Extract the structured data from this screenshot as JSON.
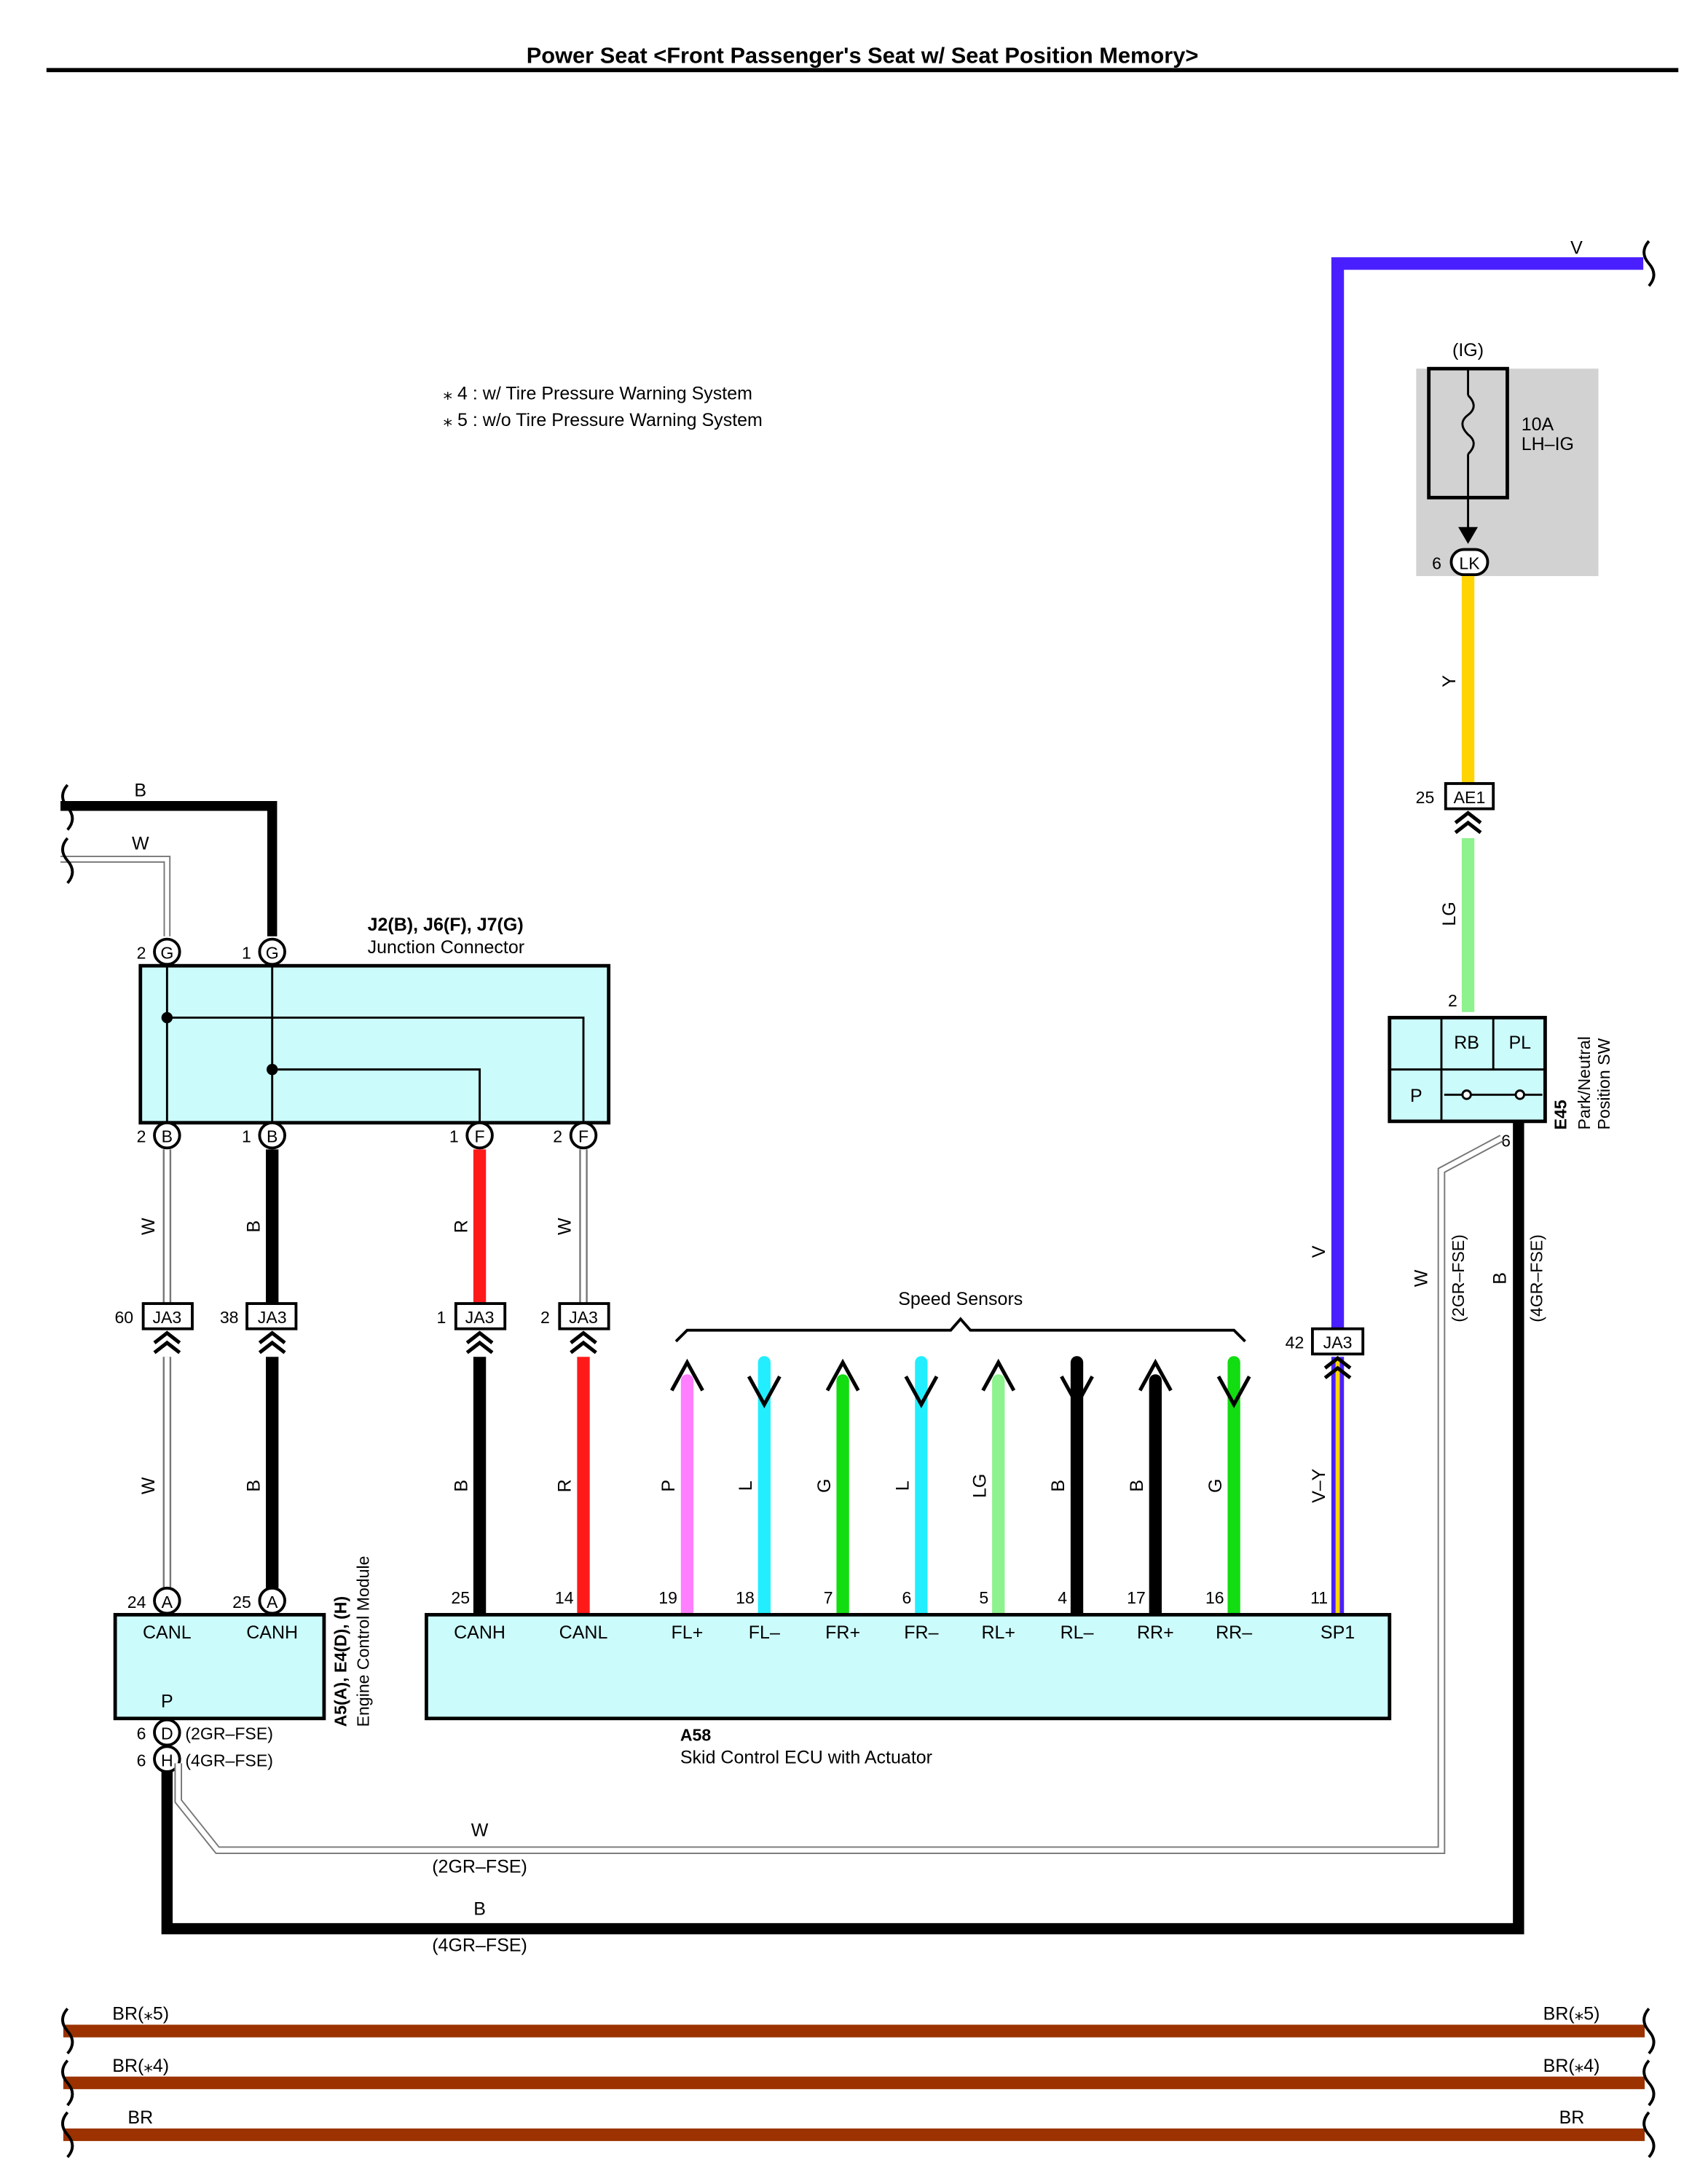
{
  "page": {
    "title": "Power Seat <Front Passenger's Seat w/ Seat Position Memory>"
  },
  "notes": [
    "⁎ 4 : w/ Tire Pressure Warning System",
    "⁎ 5 : w/o Tire Pressure Warning System"
  ],
  "colors": {
    "V": "#4a1fff",
    "Y": "#ffd400",
    "LG": "#8ef28e",
    "B": "#000000",
    "W": "#ffffff",
    "R": "#ff1a1a",
    "P": "#ff7fff",
    "L": "#22eeff",
    "G": "#11dd11",
    "BR": "#9b3200",
    "box_fill": "#ccfbfb",
    "fuse_bg": "#d2d2d2"
  },
  "fuse": {
    "circuit": "(IG)",
    "rating": "10A",
    "name": "LH–IG",
    "pin": "6",
    "connector": "LK"
  },
  "top_wire": {
    "label": "V"
  },
  "wires": {
    "fuse_to_ae1": "Y",
    "ae1_to_sw": "LG",
    "j_in_b": "B",
    "j_in_w": "W",
    "jc_b2": "W",
    "jc_b1": "B",
    "jc_f1": "R",
    "jc_f2": "W",
    "ecm_canl": "W",
    "ecm_canh": "B",
    "skid_canh": "B",
    "skid_canl": "R",
    "sp1": "V",
    "sp1_lower": "V–Y",
    "sw_w": "W",
    "sw_w_note": "(2GR–FSE)",
    "sw_b": "B",
    "sw_b_note": "(4GR–FSE)"
  },
  "ae1": {
    "pin": "25",
    "connector": "AE1"
  },
  "park_switch": {
    "id": "E45",
    "name_line1": "Park/Neutral",
    "name_line2": "Position SW",
    "pin_top": "2",
    "pin_bottom": "6",
    "cells": [
      "RB",
      "PL",
      "P"
    ]
  },
  "junction": {
    "id": "J2(B), J6(F), J7(G)",
    "name": "Junction Connector",
    "top_pins": [
      {
        "num": "2",
        "letter": "G"
      },
      {
        "num": "1",
        "letter": "G"
      }
    ],
    "bottom_pins": [
      {
        "num": "2",
        "letter": "B"
      },
      {
        "num": "1",
        "letter": "B"
      },
      {
        "num": "1",
        "letter": "F"
      },
      {
        "num": "2",
        "letter": "F"
      }
    ]
  },
  "ja3_connectors": [
    {
      "pin": "60",
      "label": "JA3"
    },
    {
      "pin": "38",
      "label": "JA3"
    },
    {
      "pin": "1",
      "label": "JA3"
    },
    {
      "pin": "2",
      "label": "JA3"
    },
    {
      "pin": "42",
      "label": "JA3"
    }
  ],
  "speed_sensors": {
    "label": "Speed Sensors",
    "wires": [
      {
        "color": "P",
        "pin": "19",
        "term": "FL+"
      },
      {
        "color": "L",
        "pin": "18",
        "term": "FL–"
      },
      {
        "color": "G",
        "pin": "7",
        "term": "FR+"
      },
      {
        "color": "L",
        "pin": "6",
        "term": "FR–"
      },
      {
        "color": "LG",
        "pin": "5",
        "term": "RL+"
      },
      {
        "color": "B",
        "pin": "4",
        "term": "RL–"
      },
      {
        "color": "B",
        "pin": "17",
        "term": "RR+"
      },
      {
        "color": "G",
        "pin": "16",
        "term": "RR–"
      }
    ]
  },
  "ecm": {
    "id": "A5(A), E4(D), (H)",
    "name": "Engine Control Module",
    "pins": [
      {
        "num": "24",
        "letter": "A",
        "term": "CANL"
      },
      {
        "num": "25",
        "letter": "A",
        "term": "CANH"
      }
    ],
    "term_p": "P",
    "bottom_pins": [
      {
        "num": "6",
        "letter": "D",
        "note": "(2GR–FSE)"
      },
      {
        "num": "6",
        "letter": "H",
        "note": "(4GR–FSE)"
      }
    ]
  },
  "skid": {
    "id": "A58",
    "name": "Skid Control ECU with Actuator",
    "can_pins": [
      {
        "num": "25",
        "term": "CANH"
      },
      {
        "num": "14",
        "term": "CANL"
      }
    ],
    "sp1": {
      "num": "11",
      "term": "SP1"
    }
  },
  "bottom_route": {
    "w_label": "W",
    "w_note": "(2GR–FSE)",
    "b_label": "B",
    "b_note": "(4GR–FSE)"
  },
  "br_wires": [
    {
      "left": "BR(⁎5)",
      "right": "BR(⁎5)"
    },
    {
      "left": "BR(⁎4)",
      "right": "BR(⁎4)"
    },
    {
      "left": "BR",
      "right": "BR"
    }
  ]
}
